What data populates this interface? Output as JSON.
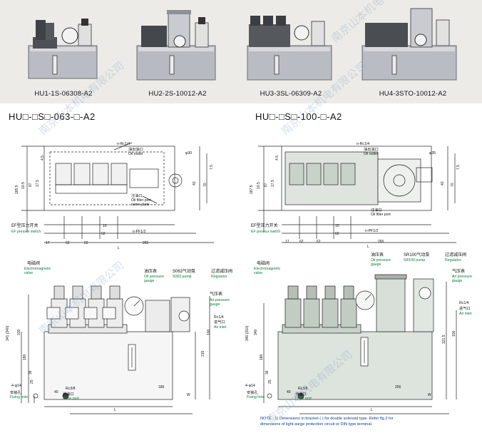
{
  "gallery": {
    "captions": [
      "HU1-1S-06308-A2",
      "HU2-2S-10012-A2",
      "HU3-3SL-06309-A2",
      "HU4-3STO-10012-A2"
    ]
  },
  "left": {
    "series_title": "HU□-□S□-063-□-A2",
    "top_labels": {
      "oil_outlet_cn": "n-Rc1/4",
      "oil_outlet_en_cn": "油出油口",
      "oil_outlet_en": "Oil outlet",
      "dia": "φ30",
      "filler_cn": "注油口",
      "filler_en": "Oil filler port",
      "nameplate": "name plate",
      "pressure_switch_cn": "EF型压力开关",
      "pressure_switch_en": "EF pressur switch",
      "port": "n-PF1/2"
    },
    "top_dims": [
      "62",
      "62",
      "62",
      "10",
      "17",
      "265",
      "L",
      "40",
      "70",
      "10.5",
      "87",
      "17.5",
      "4.5",
      "185.5",
      "7.5"
    ],
    "side_labels": {
      "valve_cn": "电磁阀",
      "valve_en1": "Electromagnetic",
      "valve_en2": "valve",
      "gauge_cn": "油压表",
      "gauge_en1": "Oil pressure",
      "gauge_en2": "gauge",
      "pump_cn": "S063气动泵",
      "pump_en": "S063 pump",
      "reg_cn": "过滤减压阀",
      "reg_en": "Regulator",
      "air_gauge_cn": "气压表",
      "air_gauge_en1": "Air pressure",
      "air_gauge_en2": "gauge",
      "inlet_cn": "进气口",
      "inlet_en": "Air inlet",
      "rc": "Rc1/4",
      "fix_cn": "安装孔",
      "fix_en": "Fixing hole",
      "fix_size": "4-φ14",
      "drain_size": "Rc3/8",
      "drain_cn": "泄油口",
      "drain_en": "Drain port"
    },
    "side_dims": [
      "341 (340)",
      "315",
      "180",
      "36",
      "25",
      "40",
      "186",
      "W",
      "L",
      "215",
      "100"
    ]
  },
  "right": {
    "series_title": "HU□-□S□-100-□-A2",
    "top_labels": {
      "oil_outlet_cn": "n-Rc1/4",
      "oil_outlet_en_cn": "油出油口",
      "oil_outlet_en": "Oil outlet",
      "dia": "φ35",
      "filler_cn": "注油口",
      "filler_en": "Oil filler port",
      "pressure_switch_cn": "EF型压力开关",
      "pressure_switch_en": "EF pressur switch",
      "port": "n-PF1/2"
    },
    "top_dims": [
      "62",
      "62",
      "62",
      "10",
      "17",
      "265",
      "L",
      "40",
      "70",
      "10.5",
      "87",
      "17.5",
      "4.5",
      "187.5",
      "7.5"
    ],
    "side_labels": {
      "valve_cn": "电磁阀",
      "valve_en1": "Electromagnetic",
      "valve_en2": "valve",
      "gauge_cn": "油压表",
      "gauge_en1": "Oil pressure",
      "gauge_en2": "gauge",
      "pump_cn": "SR100气动泵",
      "pump_en": "SR100 pump",
      "reg_cn": "过滤减压阀",
      "reg_en": "Regulator",
      "air_gauge_cn": "气压表",
      "air_gauge_en1": "Air pressure",
      "air_gauge_en2": "gauge",
      "inlet_cn": "进气口",
      "inlet_en": "Air inlet",
      "rc": "Rc1/4",
      "fix_cn": "安装孔",
      "fix_en": "Fixing hole",
      "fix_size": "4-φ14",
      "drain_size": "Rc3/8",
      "drain_cn": "泄油口",
      "drain_en": "Drain port"
    },
    "side_dims": [
      "346 (310)",
      "340",
      "180",
      "36",
      "25",
      "40",
      "256",
      "W",
      "L",
      "321.5",
      "100"
    ]
  },
  "note": {
    "line1": "NOTE : 1) Dimensions in bracket ( ) for double solenoid type. Refer fig.2 for",
    "line2": "dimensions of light-surge protection circuit or DIN type terminal."
  },
  "watermark": "南京山本机电有限公司"
}
